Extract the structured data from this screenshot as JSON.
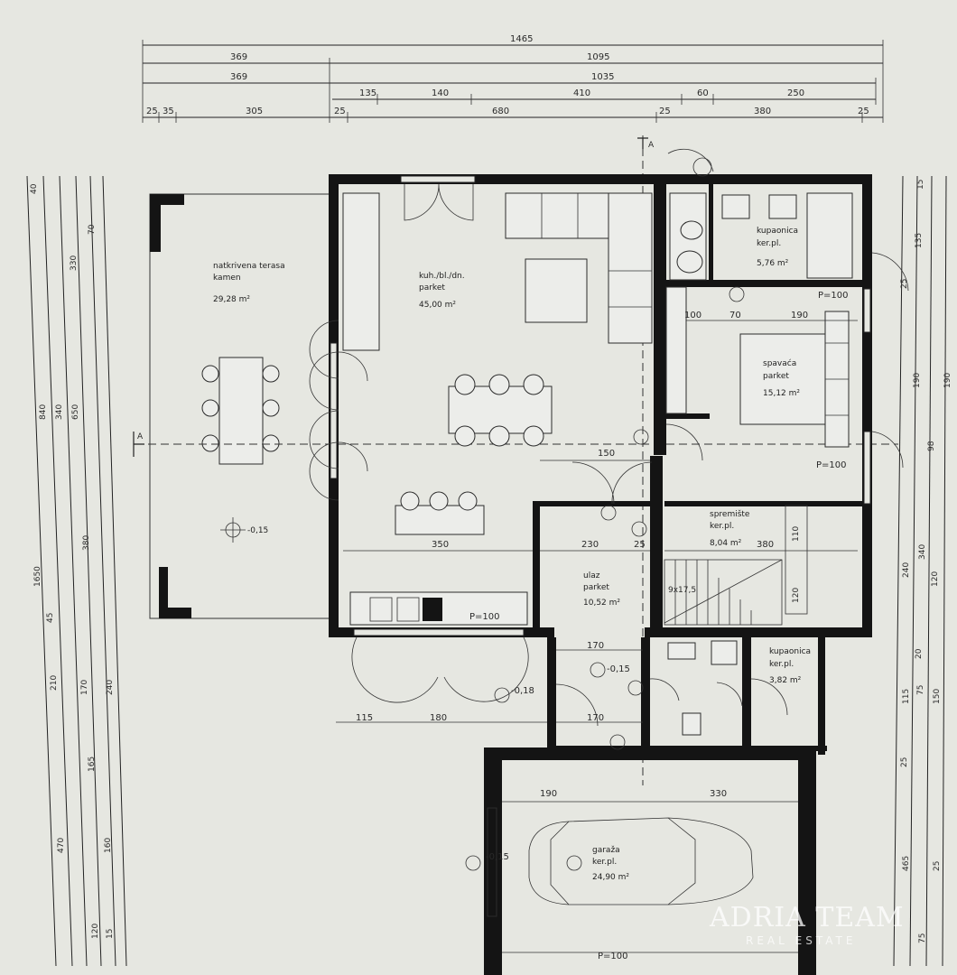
{
  "dimensions": {
    "top": [
      "1465",
      "369",
      "1095",
      "369",
      "1035",
      "135",
      "140",
      "410",
      "60",
      "250",
      "25",
      "35",
      "305",
      "25",
      "680",
      "25",
      "380",
      "25"
    ],
    "interior": [
      "100",
      "70",
      "190",
      "150",
      "350",
      "230",
      "25",
      "380",
      "170",
      "170",
      "115",
      "180",
      "190",
      "330",
      "110",
      "120"
    ],
    "right": [
      "15",
      "135",
      "25",
      "190",
      "190",
      "98",
      "340",
      "240",
      "120",
      "20",
      "75",
      "115",
      "150",
      "25",
      "465",
      "25",
      "75"
    ],
    "left": [
      "1650",
      "40",
      "70",
      "330",
      "840",
      "340",
      "380",
      "650",
      "45",
      "240",
      "210",
      "170",
      "165",
      "470",
      "160",
      "120",
      "15"
    ]
  },
  "rooms": {
    "terrace": {
      "line1": "natkrivena terasa",
      "line2": "kamen",
      "area": "29,28 m²"
    },
    "living": {
      "line1": "kuh./bl./dn.",
      "line2": "parket",
      "area": "45,00 m²"
    },
    "bathroom_top": {
      "line1": "kupaonica",
      "line2": "ker.pl.",
      "area": "5,76 m²"
    },
    "bedroom": {
      "line1": "spavaća",
      "line2": "parket",
      "area": "15,12 m²"
    },
    "storage": {
      "line1": "spremište",
      "line2": "ker.pl.",
      "area": "8,04 m²"
    },
    "hall": {
      "line1": "ulaz",
      "line2": "parket",
      "area": "10,52 m²"
    },
    "bathroom_small": {
      "line1": "kupaonica",
      "line2": "ker.pl.",
      "area": "3,82 m²"
    },
    "garage": {
      "line1": "garaža",
      "line2": "ker.pl.",
      "area": "24,90 m²"
    }
  },
  "labels": {
    "window_p100_a": "P=100",
    "window_p100_b": "P=100",
    "window_p100_c": "P=100",
    "window_p100_d": "P=100",
    "level_a": "-0,15",
    "level_b": "-0,18",
    "level_c": "-0,15",
    "level_d": "-0,15",
    "section_a": "A",
    "stair": "9x17,5"
  },
  "watermark": {
    "brand": "ADRIA TEAM",
    "tagline": "REAL ESTATE"
  }
}
